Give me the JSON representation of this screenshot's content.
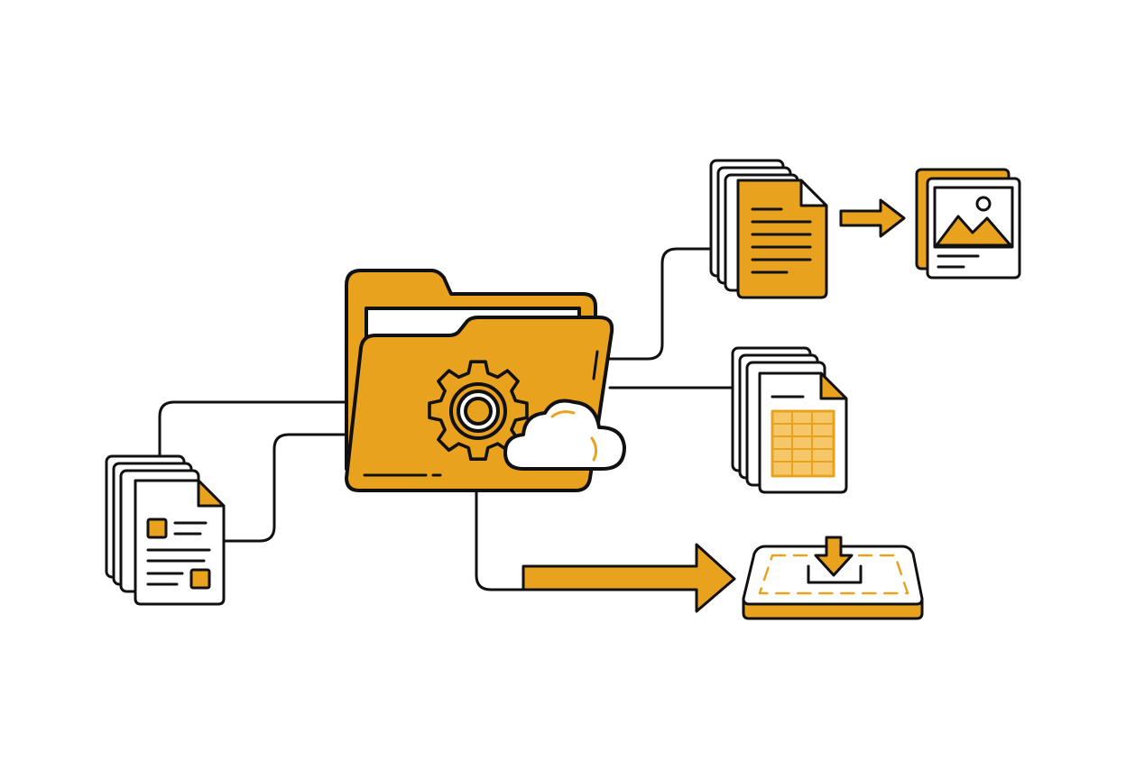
{
  "colors": {
    "background": "#ffffff",
    "accent": "#E8A21E",
    "outline": "#111111",
    "paper": "#ffffff",
    "accent_light": "#F6C768"
  },
  "diagram": {
    "nodes": [
      {
        "id": "central-folder",
        "icon": "folder-gear-cloud-icon"
      },
      {
        "id": "source-documents",
        "icon": "document-stack-icon"
      },
      {
        "id": "text-documents",
        "icon": "text-document-stack-icon"
      },
      {
        "id": "image-output",
        "icon": "image-file-icon"
      },
      {
        "id": "spreadsheet-documents",
        "icon": "spreadsheet-stack-icon"
      },
      {
        "id": "download-tray",
        "icon": "download-tray-icon"
      }
    ],
    "edges": [
      {
        "from": "source-documents",
        "to": "central-folder"
      },
      {
        "from": "central-folder",
        "to": "text-documents"
      },
      {
        "from": "text-documents",
        "to": "image-output",
        "style": "arrow"
      },
      {
        "from": "central-folder",
        "to": "spreadsheet-documents"
      },
      {
        "from": "central-folder",
        "to": "download-tray",
        "style": "arrow"
      }
    ]
  }
}
